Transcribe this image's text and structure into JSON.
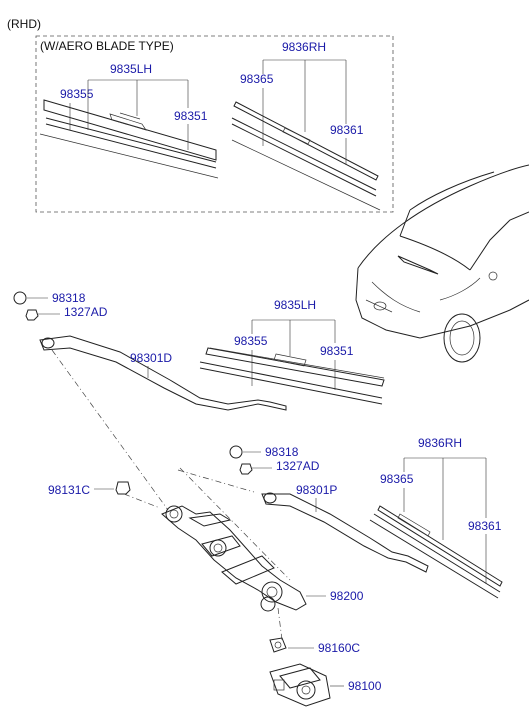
{
  "header": {
    "variant": "(RHD)",
    "aero_box_title": "(W/AERO BLADE TYPE)"
  },
  "labels": {
    "aero_lh_assy": "9835LH",
    "aero_lh_blade": "98355",
    "aero_lh_insert": "98351",
    "aero_rh_assy": "9836RH",
    "aero_rh_blade": "98365",
    "aero_rh_insert": "98361",
    "cap_lh": "98318",
    "nut_lh": "1327AD",
    "arm_lh": "98301D",
    "lh_assy": "9835LH",
    "lh_blade": "98355",
    "lh_insert": "98351",
    "pivot_nut": "98131C",
    "cap_rh": "98318",
    "nut_rh": "1327AD",
    "arm_rh": "98301P",
    "rh_assy": "9836RH",
    "rh_blade": "98365",
    "rh_insert": "98361",
    "linkage": "98200",
    "motor_bolt": "98160C",
    "motor": "98100"
  },
  "colors": {
    "label_text": "#1a1aa8",
    "header_text": "#111111",
    "line_art": "#222222"
  }
}
